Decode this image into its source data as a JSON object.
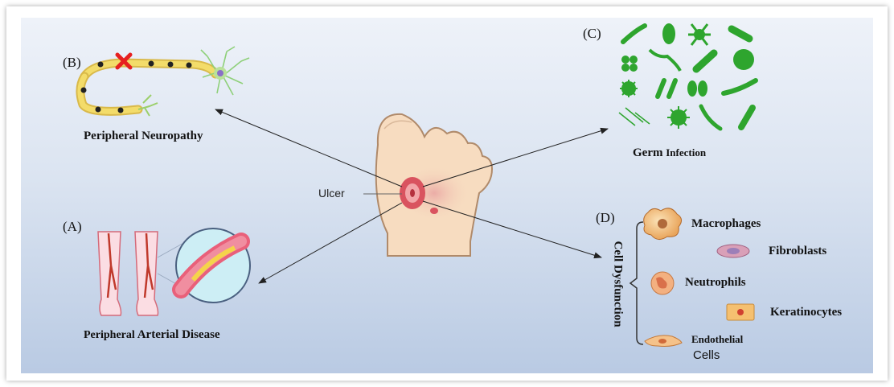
{
  "figure": {
    "panels": {
      "a_letter": "(A)",
      "b_letter": "(B)",
      "c_letter": "(C)",
      "d_letter": "(D)"
    },
    "captions": {
      "neuropathy": "Peripheral Neuropathy",
      "arterial_word1": "Peripheral",
      "arterial_word2": "Arterial Disease",
      "germ_word1": "Germ",
      "germ_word2": "Infection"
    },
    "foot": {
      "ulcer_label": "Ulcer"
    },
    "cell_dysfunction": {
      "title": "Cell Dysfunction",
      "cells": {
        "macrophages": "Macrophages",
        "fibroblasts": "Fibroblasts",
        "neutrophils": "Neutrophils",
        "keratinocytes": "Keratinocytes",
        "endothelial_line1": "Endothelial",
        "endothelial_line2": "Cells"
      }
    },
    "colors": {
      "germ": "#2ea52e",
      "vessel": "#c0392b",
      "skin": "#f7dcc0",
      "ulcer": "#d9535f",
      "nerve": "#f3dc6a",
      "block_mark": "#e62020"
    }
  }
}
